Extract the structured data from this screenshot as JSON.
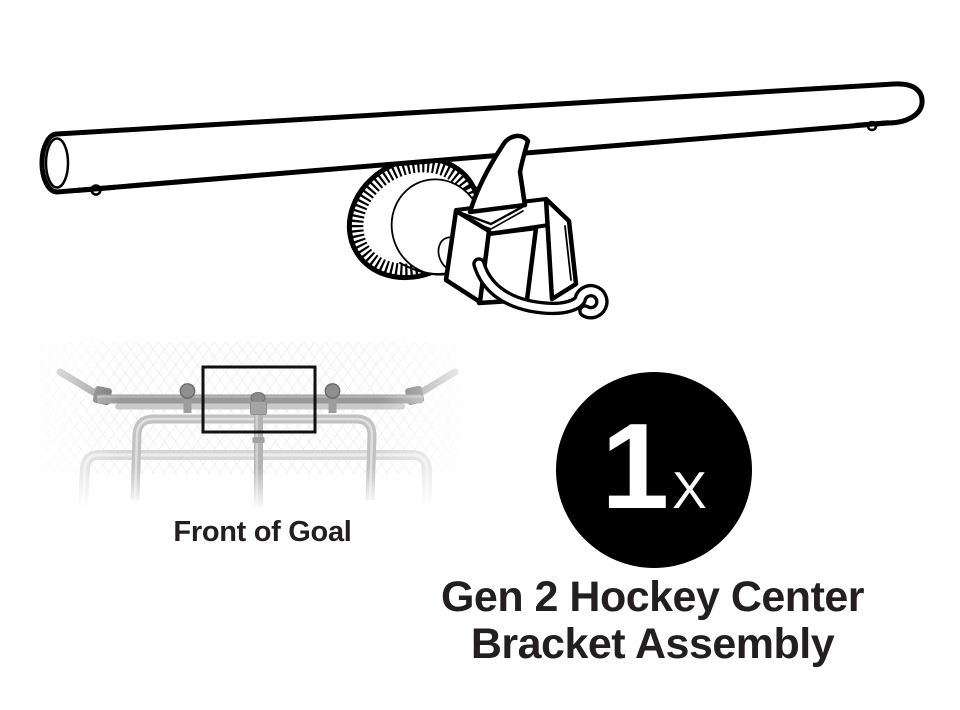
{
  "illustration": {
    "parts": [
      "crossbar-tube",
      "knurled-thumbscrew-knob",
      "hook-strap",
      "u-channel-bracket",
      "j-hook-cable"
    ]
  },
  "inset": {
    "caption": "Front of Goal"
  },
  "quantity_badge": {
    "count": "1",
    "multiplier": "X"
  },
  "part_label": {
    "line1": "Gen 2 Hockey Center",
    "line2": "Bracket Assembly"
  },
  "colors": {
    "line_art": "#000000",
    "text": "#231f20",
    "badge_background": "#000000",
    "badge_text": "#ffffff",
    "inset_dark_gray": "#999999",
    "inset_mid_gray": "#c2c2c2",
    "inset_light_gray": "#d7d7d7",
    "highlight_box": "#111111"
  }
}
